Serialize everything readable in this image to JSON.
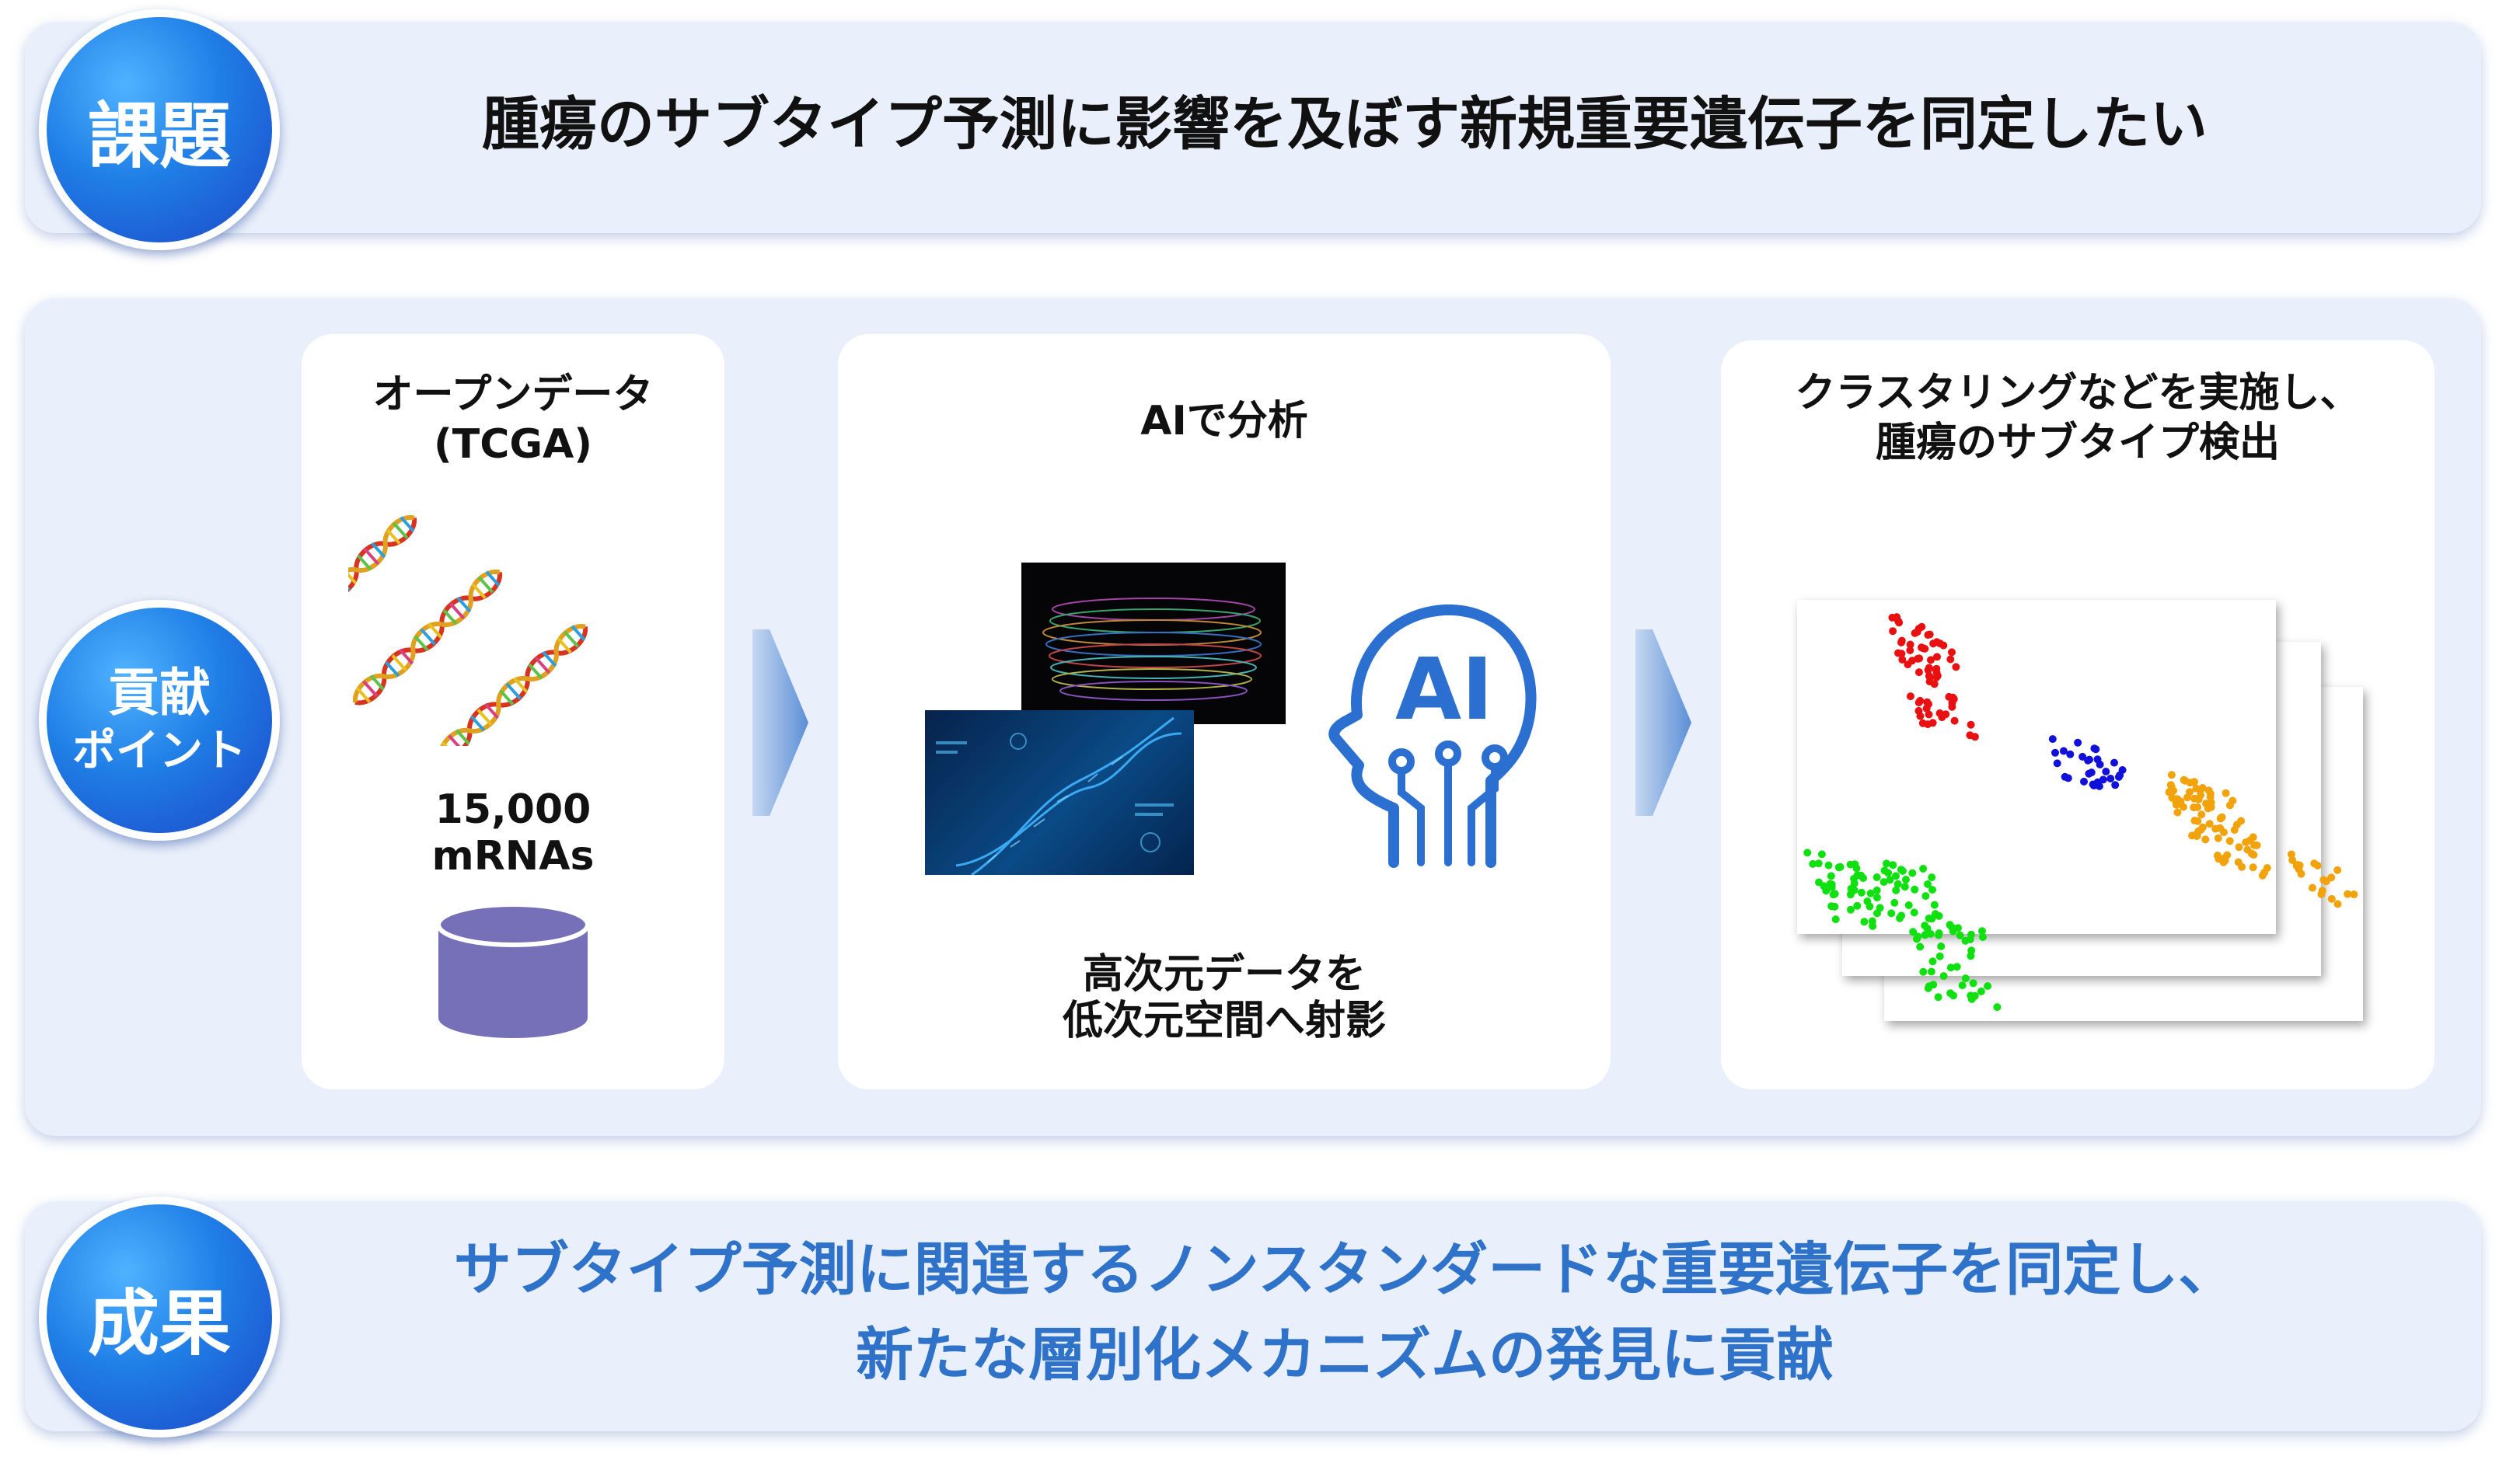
{
  "issue": {
    "badge": "課題",
    "text": "腫瘍のサブタイプ予測に影響を及ぼす新規重要遺伝子を同定したい"
  },
  "contribution": {
    "badge_line1": "貢献",
    "badge_line2": "ポイント",
    "step1": {
      "title_line1": "オープンデータ",
      "title_line2": "(TCGA)",
      "count": "15,000",
      "unit": "mRNAs"
    },
    "step2": {
      "title": "AIで分析",
      "ai_label": "AI",
      "caption_line1": "高次元データを",
      "caption_line2": "低次元空間へ射影"
    },
    "step3": {
      "title_line1": "クラスタリングなどを実施し、",
      "title_line2": "腫瘍のサブタイプ検出"
    }
  },
  "result": {
    "badge": "成果",
    "line1": "サブタイプ予測に関連するノンスタンダードな重要遺伝子を同定し、",
    "line2": "新たな層別化メカニズムの発見に貢献"
  },
  "colors": {
    "accent_blue": "#2b6fd1",
    "badge_blue": "#1e6fe0",
    "result_text": "#2e72c9",
    "database": "#7570b8",
    "cluster_red": "#e81010",
    "cluster_blue": "#1010d8",
    "cluster_orange": "#f2a20a",
    "cluster_green": "#10e010"
  },
  "icons": [
    "dna-helix-icon",
    "database-icon",
    "ai-head-icon",
    "chevron-right-icon"
  ]
}
